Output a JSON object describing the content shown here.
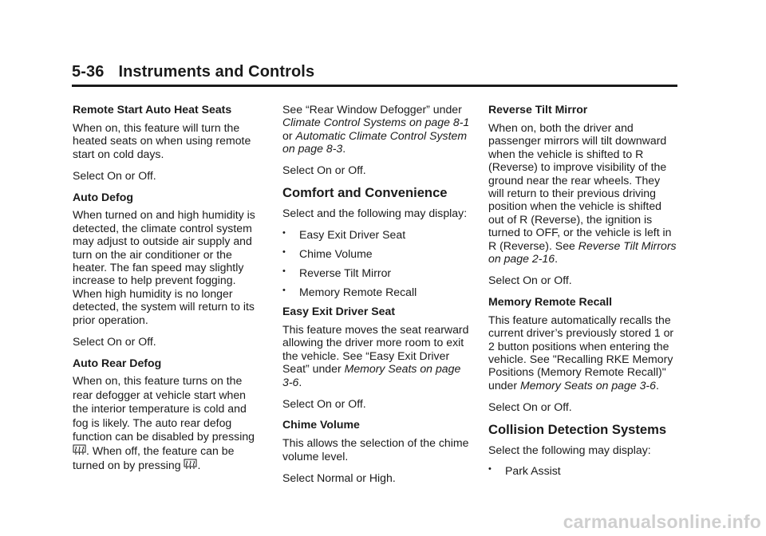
{
  "header": {
    "page_number": "5-36",
    "title": "Instruments and Controls"
  },
  "col1": {
    "h_remote_start": "Remote Start Auto Heat Seats",
    "p_remote_start": "When on, this feature will turn the heated seats on when using remote start on cold days.",
    "p_select1": "Select On or Off.",
    "h_auto_defog": "Auto Defog",
    "p_auto_defog": "When turned on and high humidity is detected, the climate control system may adjust to outside air supply and turn on the air conditioner or the heater. The fan speed may slightly increase to help prevent fogging. When high humidity is no longer detected, the system will return to its prior operation.",
    "p_select2": "Select On or Off.",
    "h_auto_rear_defog": "Auto Rear Defog",
    "p_rear_defog_1": "When on, this feature turns on the rear defogger at vehicle start when the interior temperature is cold and fog is likely. The auto rear defog function can be disabled by pressing",
    "p_rear_defog_2": ". When off, the feature can be turned on by pressing",
    "p_rear_defog_3": "."
  },
  "col2": {
    "see_1": "See “Rear Window Defogger” under ",
    "see_link1": "Climate Control Systems on page 8-1",
    "see_or": " or ",
    "see_link2": "Automatic Climate Control System on page 8-3",
    "see_end": ".",
    "p_select": "Select On or Off.",
    "h_comfort": "Comfort and Convenience",
    "p_select_following": "Select and the following may display:",
    "bullets": [
      "Easy Exit Driver Seat",
      "Chime Volume",
      "Reverse Tilt Mirror",
      "Memory Remote Recall"
    ],
    "bullet_char": "•",
    "h_easy_exit": "Easy Exit Driver Seat",
    "p_easy_exit": "This feature moves the seat rearward allowing the driver more room to exit the vehicle. See “Easy Exit Driver Seat” under ",
    "easy_exit_link": "Memory Seats on page 3-6",
    "easy_exit_end": ".",
    "p_select2": "Select On or Off.",
    "h_chime": "Chime Volume",
    "p_chime": "This allows the selection of the chime volume level.",
    "p_select_normal": "Select Normal or High."
  },
  "col3": {
    "h_reverse_tilt": "Reverse Tilt Mirror",
    "p_reverse_tilt": "When on, both the driver and passenger mirrors will tilt downward when the vehicle is shifted to R (Reverse) to improve visibility of the ground near the rear wheels. They will return to their previous driving position when the vehicle is shifted out of R (Reverse), the ignition is turned to OFF, or the vehicle is left in R (Reverse). See ",
    "reverse_tilt_link": "Reverse Tilt Mirrors on page 2-16",
    "reverse_tilt_end": ".",
    "p_select1": "Select On or Off.",
    "h_memory": "Memory Remote Recall",
    "p_memory": "This feature automatically recalls the current driver’s previously stored 1 or 2 button positions when entering the vehicle. See \"Recalling RKE Memory Positions (Memory Remote Recall)\" under ",
    "memory_link": "Memory Seats on page 3-6",
    "memory_end": ".",
    "p_select2": "Select On or Off.",
    "h_collision": "Collision Detection Systems",
    "p_collision": "Select the following may display:",
    "bullets": [
      "Park Assist"
    ]
  },
  "watermark": "carmanualsonline.info"
}
